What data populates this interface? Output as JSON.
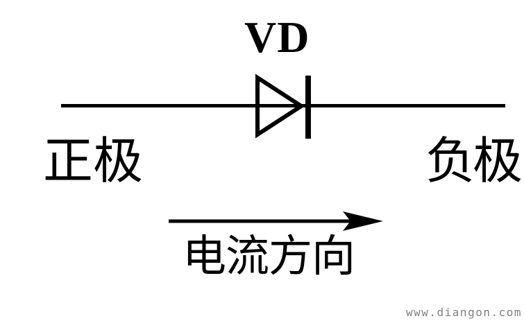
{
  "diagram": {
    "designator": "VD",
    "positive_label": "正极",
    "negative_label": "负极",
    "current_direction_label": "电流方向",
    "watermark": "www.diangon.com",
    "colors": {
      "background": "#ffffff",
      "line": "#000000",
      "watermark": "#808080"
    }
  }
}
